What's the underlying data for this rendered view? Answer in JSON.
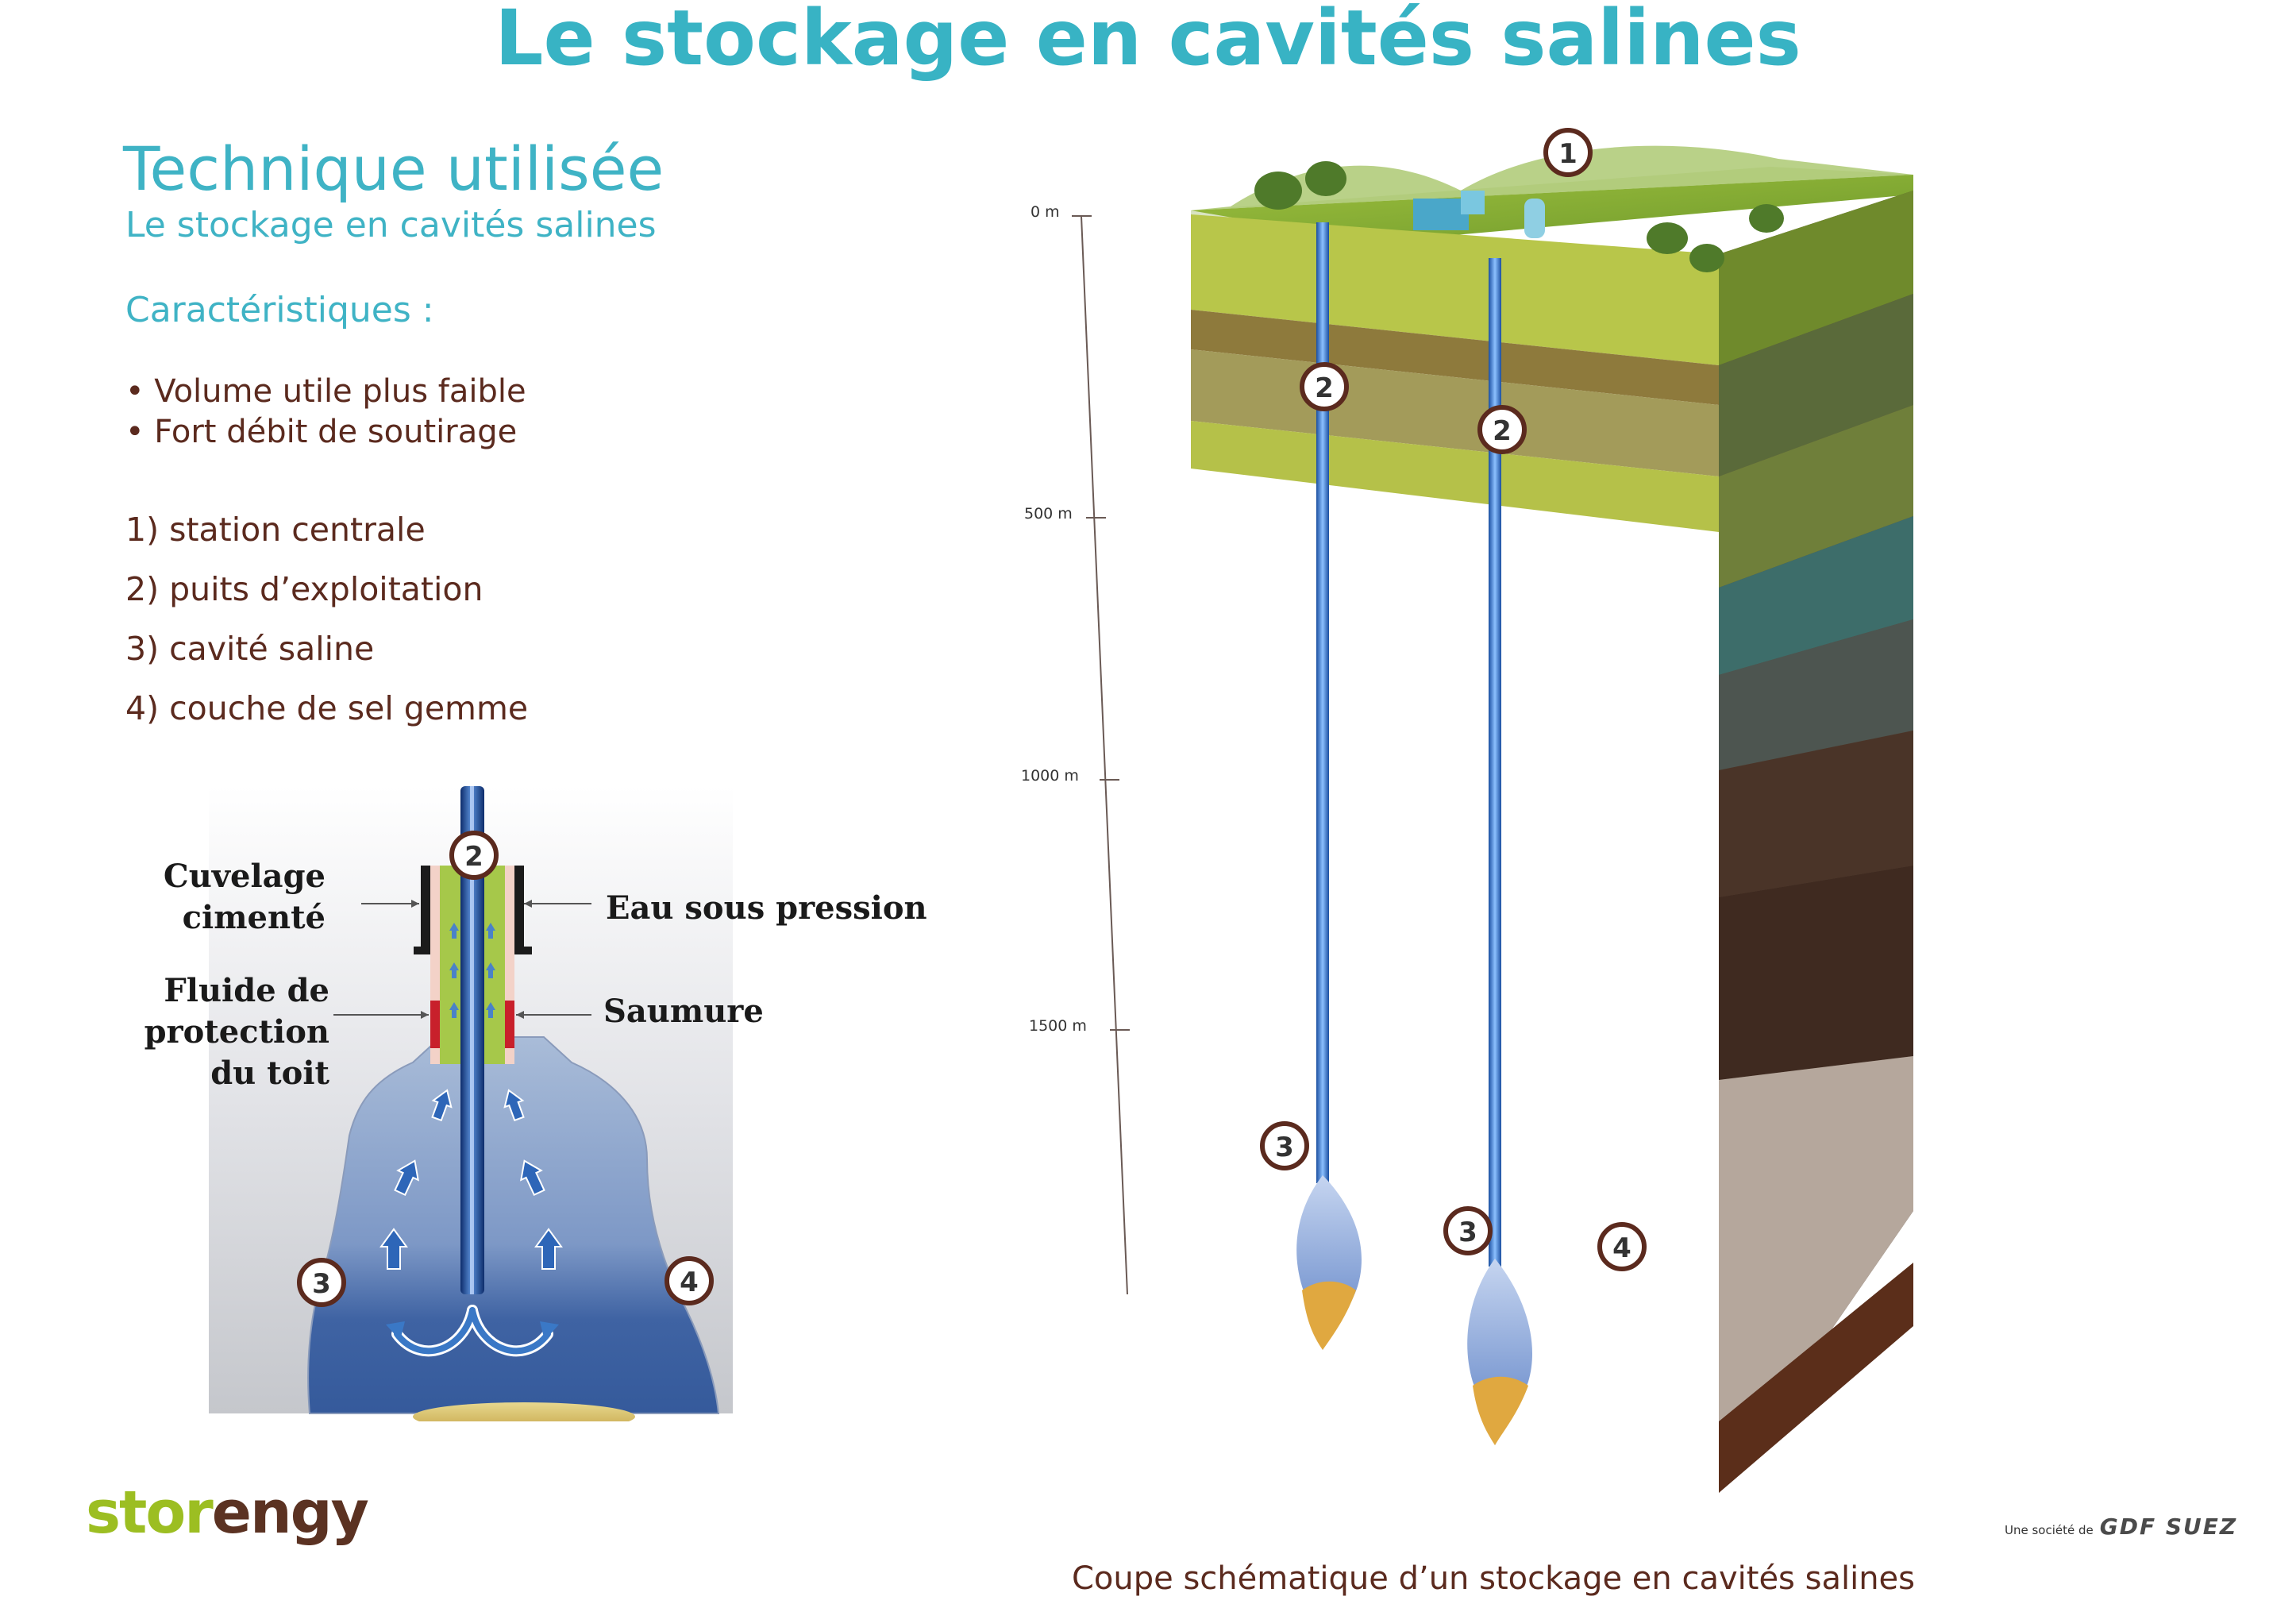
{
  "title": "Le stockage en cavités salines",
  "technique": {
    "heading": "Technique utilisée",
    "subtitle": "Le stockage en cavités salines"
  },
  "characteristics": {
    "heading": "Caractéristiques :",
    "bullets": [
      "• Volume utile plus faible",
      "• Fort débit de soutirage"
    ]
  },
  "legend": [
    "1) station centrale",
    "2) puits d’exploitation",
    "3) cavité saline",
    "4) couche de sel gemme"
  ],
  "inset": {
    "labels": {
      "cuvelage_line1": "Cuvelage",
      "cuvelage_line2": "cimenté",
      "eau": "Eau sous pression",
      "fluide_line1": "Fluide de protection",
      "fluide_line2": "du toit",
      "saumure": "Saumure"
    },
    "markers": [
      "2",
      "3",
      "4"
    ]
  },
  "section": {
    "depth_ticks": [
      "0 m",
      "500 m",
      "1000 m",
      "1500 m"
    ],
    "markers": [
      "1",
      "2",
      "2",
      "3",
      "3",
      "4"
    ],
    "caption": "Coupe schématique d’un stockage en cavités salines"
  },
  "branding": {
    "logo_part1": "stor",
    "logo_part2": "engy",
    "gdf_prefix": "Une société de",
    "gdf_brand": "GDF SUEZ"
  },
  "colors": {
    "title": "#38b3c4",
    "text_brown": "#5b2a1e",
    "logo_green": "#9cbe22",
    "logo_brown": "#5b3222"
  }
}
